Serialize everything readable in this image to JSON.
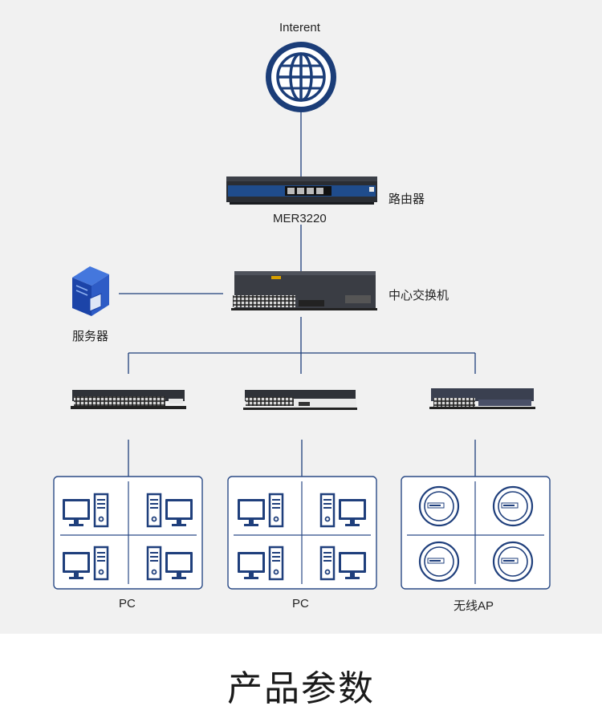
{
  "internet_label": "Interent",
  "router": {
    "label": "路由器",
    "model": "MER3220"
  },
  "core_switch": {
    "label": "中心交换机"
  },
  "server": {
    "label": "服务器"
  },
  "groups": [
    {
      "label": "PC",
      "kind": "pc"
    },
    {
      "label": "PC",
      "kind": "pc"
    },
    {
      "label": "无线AP",
      "kind": "ap"
    }
  ],
  "footer": {
    "title": "产品参数"
  },
  "colors": {
    "line": "#1e3f7a",
    "globe": "#1b3d78",
    "panel_border": "#2a4a86",
    "background": "#f1f1f1"
  },
  "icons": [
    "globe-icon",
    "router-device",
    "switch-device",
    "server-icon",
    "pc-icon",
    "access-point-icon"
  ]
}
